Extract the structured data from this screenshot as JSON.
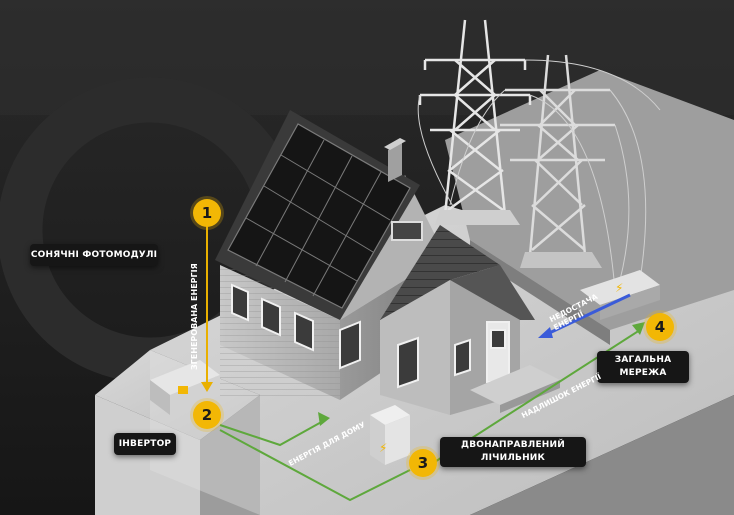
{
  "labels": {
    "solar_modules": "Сонячні фотомодулі",
    "inverter": "Інвертор",
    "bidirectional_meter": "Двонаправлений лічильник",
    "grid": "Загальна мережа"
  },
  "flows": {
    "generated_energy": "Згенерована енергія",
    "energy_for_home": "Енергія для дому",
    "energy_surplus": "Надлишок енергії",
    "energy_shortage": "Недостача енергії"
  },
  "steps": [
    "1",
    "2",
    "3",
    "4"
  ],
  "colors": {
    "badge": "#f2b705",
    "green_line": "#5ea83c",
    "blue_arrow": "#3a5bd9",
    "label_bg": "#161616"
  }
}
